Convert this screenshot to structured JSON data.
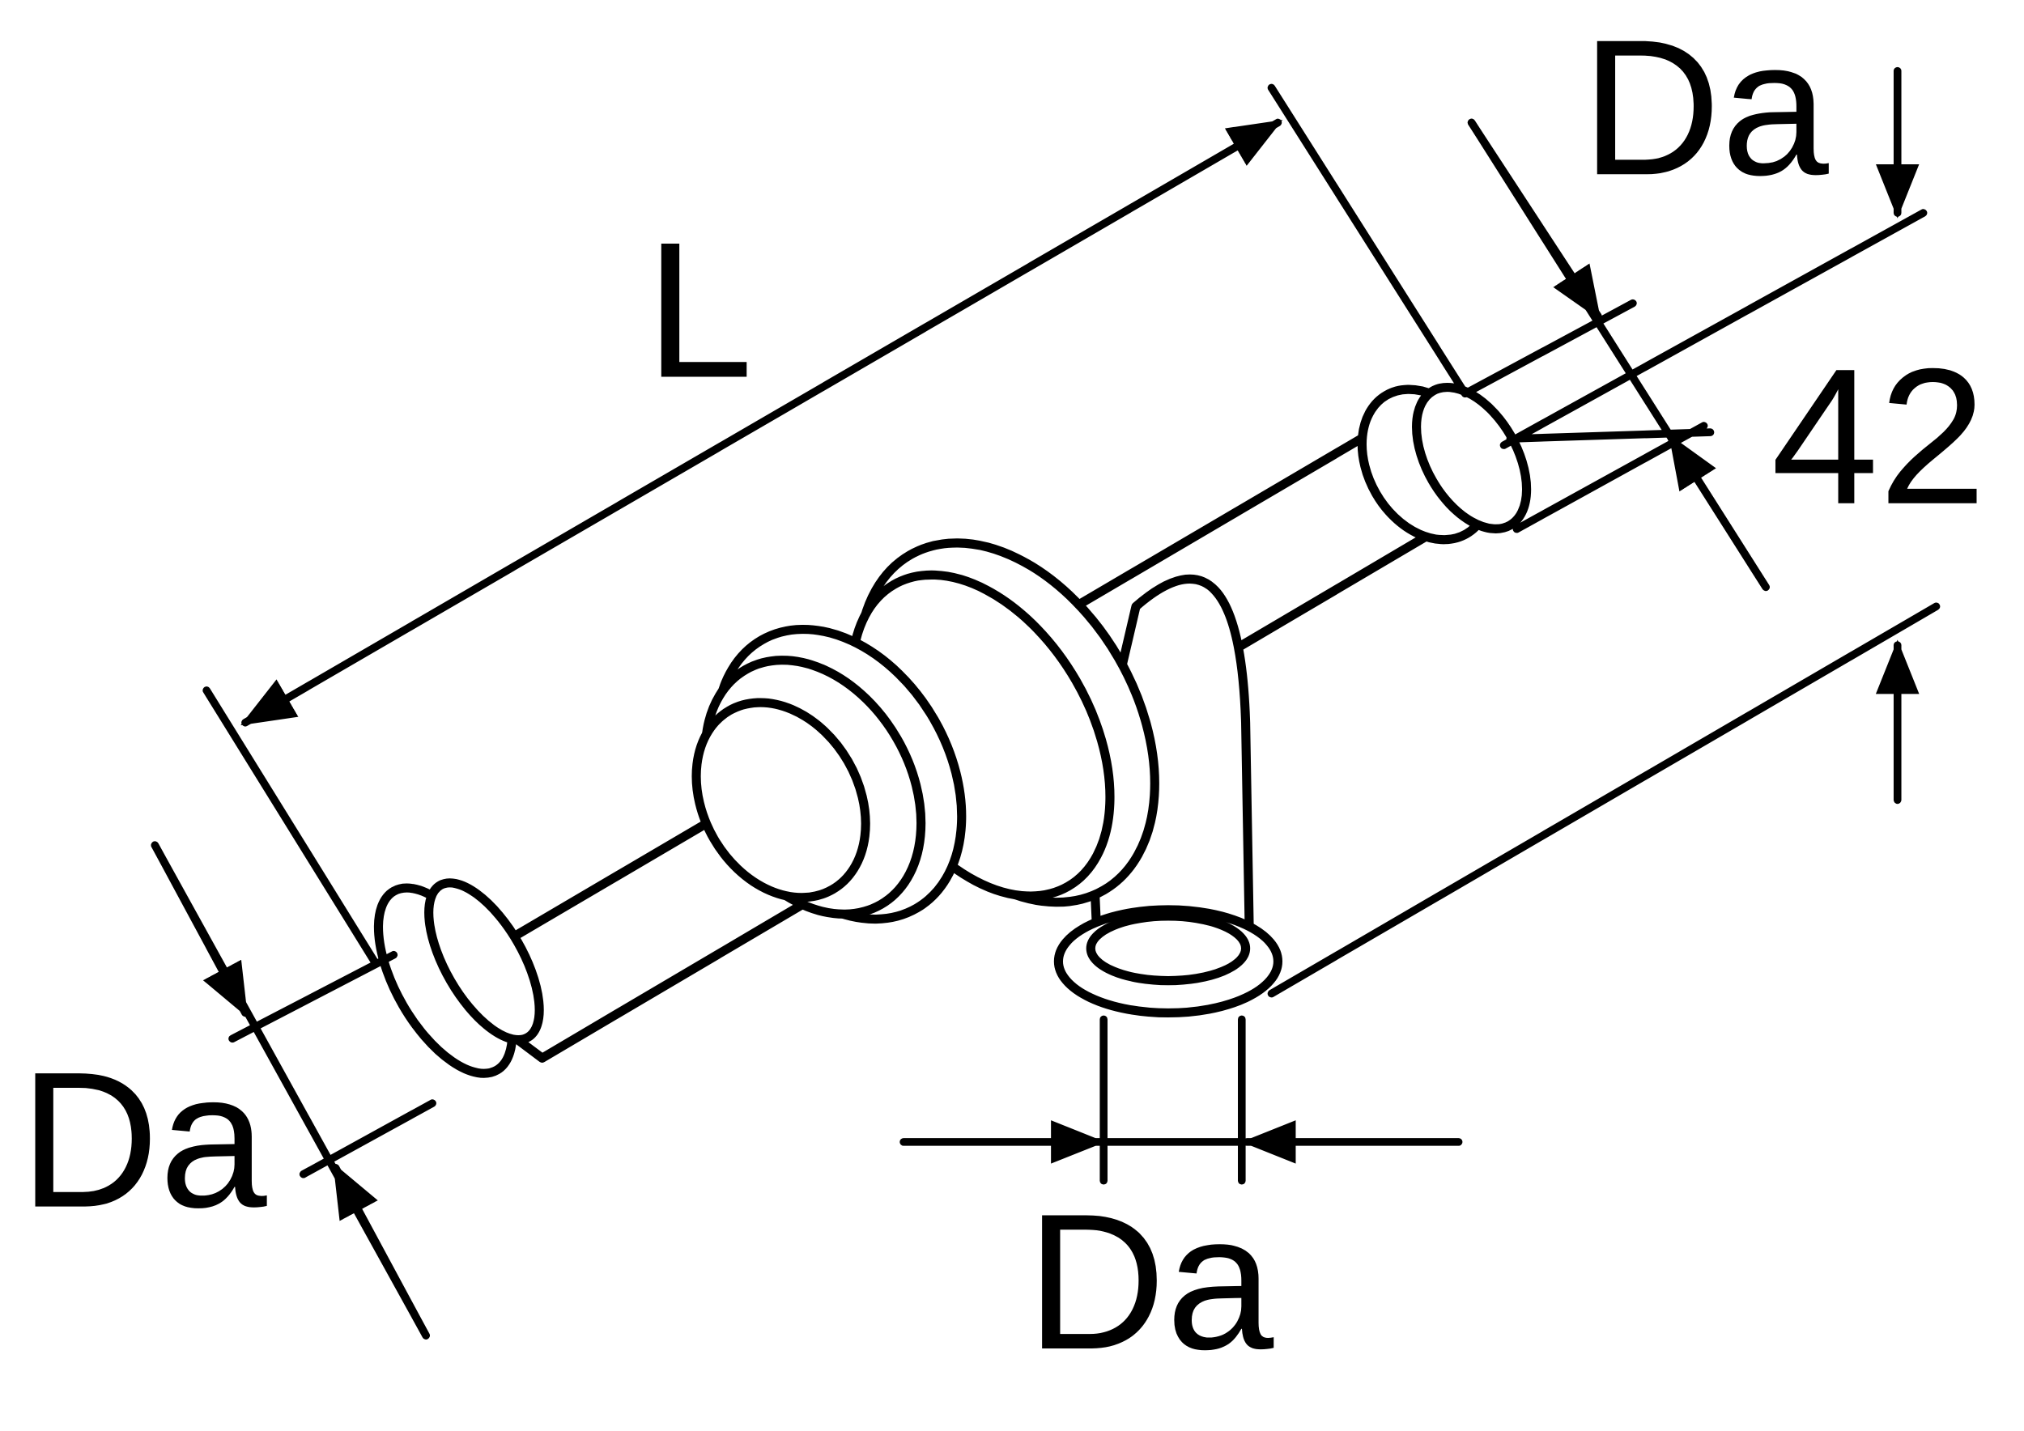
{
  "diagram": {
    "labels": {
      "length": "L",
      "da_top": "Da",
      "da_left": "Da",
      "da_bottom": "Da",
      "dimension_42": "42"
    },
    "colors": {
      "line": "#000000",
      "background": "#ffffff"
    }
  }
}
